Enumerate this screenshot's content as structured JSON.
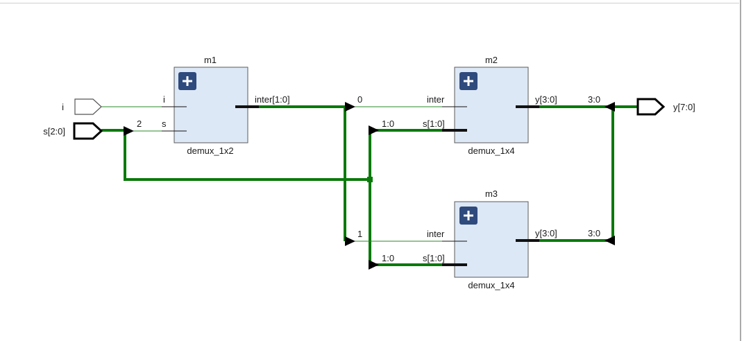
{
  "colors": {
    "bus": "#0a7a0a",
    "wire": "#2a8a2a",
    "block_fill": "#dde8f6",
    "block_stroke": "#5a5a5a",
    "plus_fill": "#2f4a7c",
    "pin": "#111111"
  },
  "ports": {
    "i": "i",
    "s": "s[2:0]",
    "y": "y[7:0]"
  },
  "blocks": [
    {
      "name": "m1",
      "type": "demux_1x2",
      "pins": [
        "i",
        "s",
        "inter[1:0]"
      ]
    },
    {
      "name": "m2",
      "type": "demux_1x4",
      "pins": [
        "inter",
        "s[1:0]",
        "y[3:0]"
      ]
    },
    {
      "name": "m3",
      "type": "demux_1x4",
      "pins": [
        "inter",
        "s[1:0]",
        "y[3:0]"
      ]
    }
  ],
  "slices": {
    "s_bit2": "2",
    "inter_bit0": "0",
    "inter_bit1": "1",
    "m2_sel": "1:0",
    "m3_sel": "1:0",
    "m2_out": "3:0",
    "m3_out": "3:0"
  }
}
